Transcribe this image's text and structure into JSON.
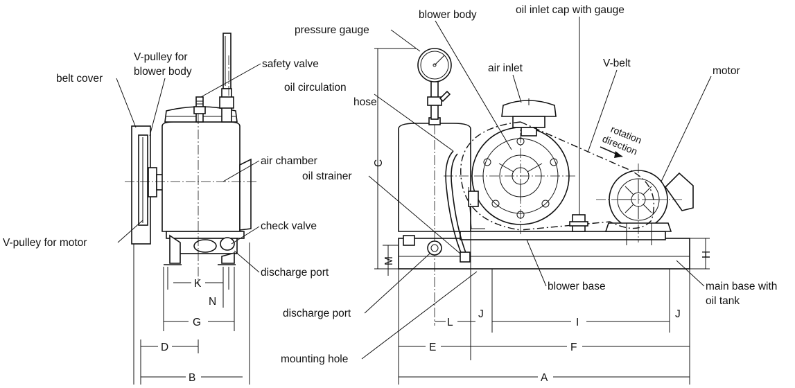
{
  "labels": {
    "belt_cover": "belt cover",
    "v_pulley_blower_1": "V-pulley for",
    "v_pulley_blower_2": "blower body",
    "safety_valve": "safety valve",
    "air_chamber": "air chamber",
    "v_pulley_motor": "V-pulley for motor",
    "check_valve": "check valve",
    "discharge_port_side": "discharge port",
    "pressure_gauge": "pressure gauge",
    "blower_body": "blower body",
    "oil_inlet_cap": "oil inlet cap with gauge",
    "oil_circulation_1": "oil circulation",
    "oil_circulation_2": "hose",
    "air_inlet": "air inlet",
    "v_belt": "V-belt",
    "motor": "motor",
    "rotation_1": "rotation",
    "rotation_2": "direction",
    "oil_strainer": "oil strainer",
    "discharge_port_front": "discharge port",
    "blower_base": "blower base",
    "main_base_1": "main base with",
    "main_base_2": "oil tank",
    "mounting_hole": "mounting hole"
  },
  "dimensions": {
    "A": "A",
    "B": "B",
    "C": "C",
    "D": "D",
    "E": "E",
    "F": "F",
    "G": "G",
    "H": "H",
    "I": "I",
    "J": "J",
    "K": "K",
    "L": "L",
    "M": "M",
    "N": "N"
  }
}
